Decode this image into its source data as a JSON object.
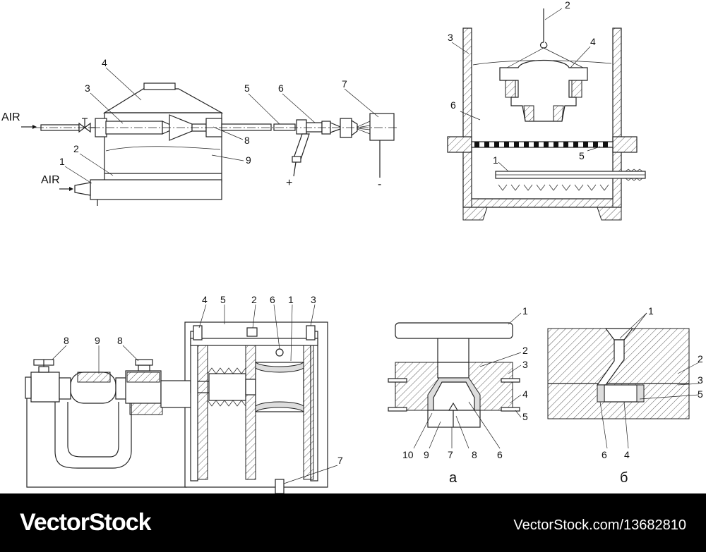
{
  "fig1": {
    "air_top": "AIR",
    "air_bottom": "AIR",
    "plus": "+",
    "minus": "-",
    "labels": [
      "1",
      "2",
      "3",
      "4",
      "5",
      "6",
      "7",
      "8",
      "9"
    ]
  },
  "fig2": {
    "labels": [
      "1",
      "2",
      "3",
      "4",
      "5",
      "6"
    ]
  },
  "fig3": {
    "labels": [
      "1",
      "2",
      "3",
      "4",
      "5",
      "6",
      "7",
      "8",
      "9",
      "8"
    ]
  },
  "fig4": {
    "caption": "а",
    "labels": [
      "1",
      "2",
      "3",
      "4",
      "5",
      "6",
      "7",
      "8",
      "9",
      "10"
    ]
  },
  "fig5": {
    "caption": "б",
    "labels": [
      "1",
      "2",
      "3",
      "5",
      "6",
      "4"
    ]
  },
  "footer": {
    "brand": "VectorStock",
    "url": "VectorStock.com/13682810"
  }
}
